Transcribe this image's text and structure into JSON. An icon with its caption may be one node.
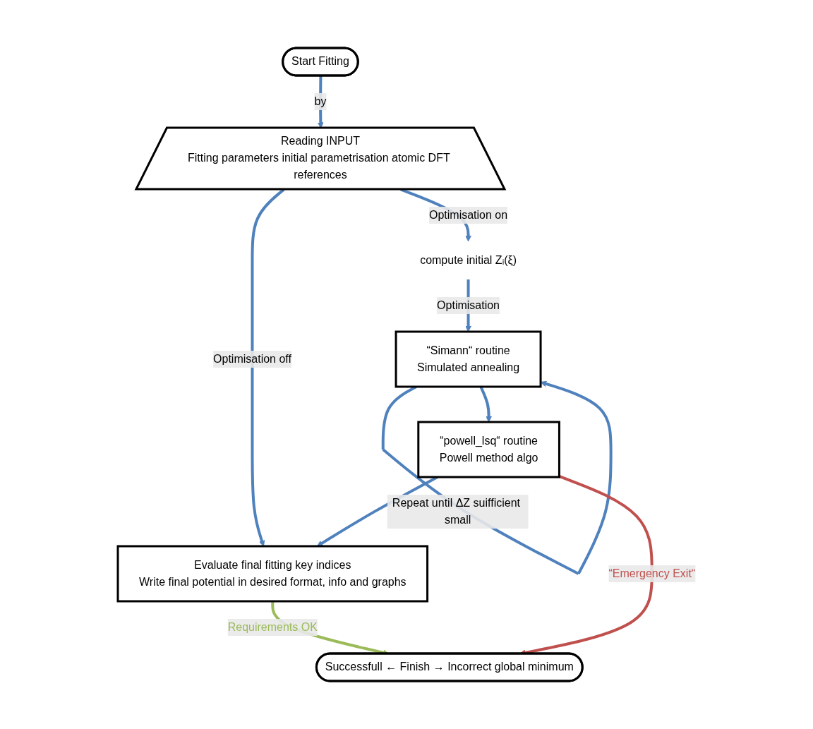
{
  "diagram": {
    "nodes": [
      {
        "text": [
          "Start Fitting"
        ]
      },
      {
        "text": [
          "Reading INPUT",
          "Fitting parameters initial parametrisation atomic DFT references"
        ]
      },
      {
        "text": [
          "compute initial Zᵢ(ξ)"
        ]
      },
      {
        "text": [
          "“Simann“ routine",
          "Simulated annealing"
        ]
      },
      {
        "text": [
          "“powell_lsq“ routine",
          "Powell method algo"
        ]
      },
      {
        "text": [
          "Evaluate final fitting key indices",
          "Write final potential in desired format, info and graphs"
        ]
      },
      {
        "text": [
          "Successfull ← Finish → Incorrect global minimum"
        ]
      }
    ],
    "edges": [
      {
        "from": 0,
        "to": 1,
        "arrow": "to",
        "label": "by"
      },
      {
        "from": 1,
        "to": 2,
        "arrow": "to",
        "label": "Optimisation on"
      },
      {
        "from": 2,
        "to": 3,
        "arrow": "to",
        "label": "Optimisation"
      },
      {
        "from": 3,
        "to": 3,
        "arrow": "to",
        "label": "Repeat until ΔZ suifficient small"
      },
      {
        "from": 3,
        "to": 4,
        "arrow": "to"
      },
      {
        "from": 1,
        "to": 5,
        "arrow": "to",
        "label": "Optimisation off"
      },
      {
        "from": 4,
        "to": 5,
        "arrow": "to"
      },
      {
        "from": 5,
        "to": 6,
        "arrow": "to",
        "label": "Requirements OK",
        "color": "#9bbb59"
      },
      {
        "from": 4,
        "to": 6,
        "arrow": "to",
        "label": "“Emergency Exit“",
        "color": "#c0504d"
      }
    ]
  }
}
